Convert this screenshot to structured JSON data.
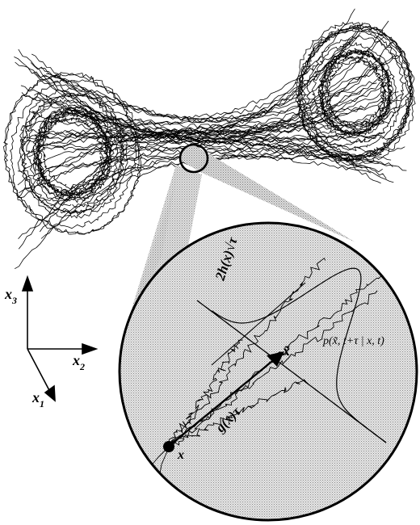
{
  "axes": {
    "x1": "x",
    "x1_sub": "1",
    "x2": "x",
    "x2_sub": "2",
    "x3": "x",
    "x3_sub": "3"
  },
  "inset": {
    "diffusion_label": "2h(x)√τ",
    "drift_label": "g(x)τ",
    "start_label": "x",
    "end_label": "x̃",
    "density_label": "p(x̃, t+τ | x, t)"
  },
  "colors": {
    "ink": "#000000",
    "inset_fill": "#d9d9d9",
    "funnel_fill": "#c8c8c8"
  }
}
